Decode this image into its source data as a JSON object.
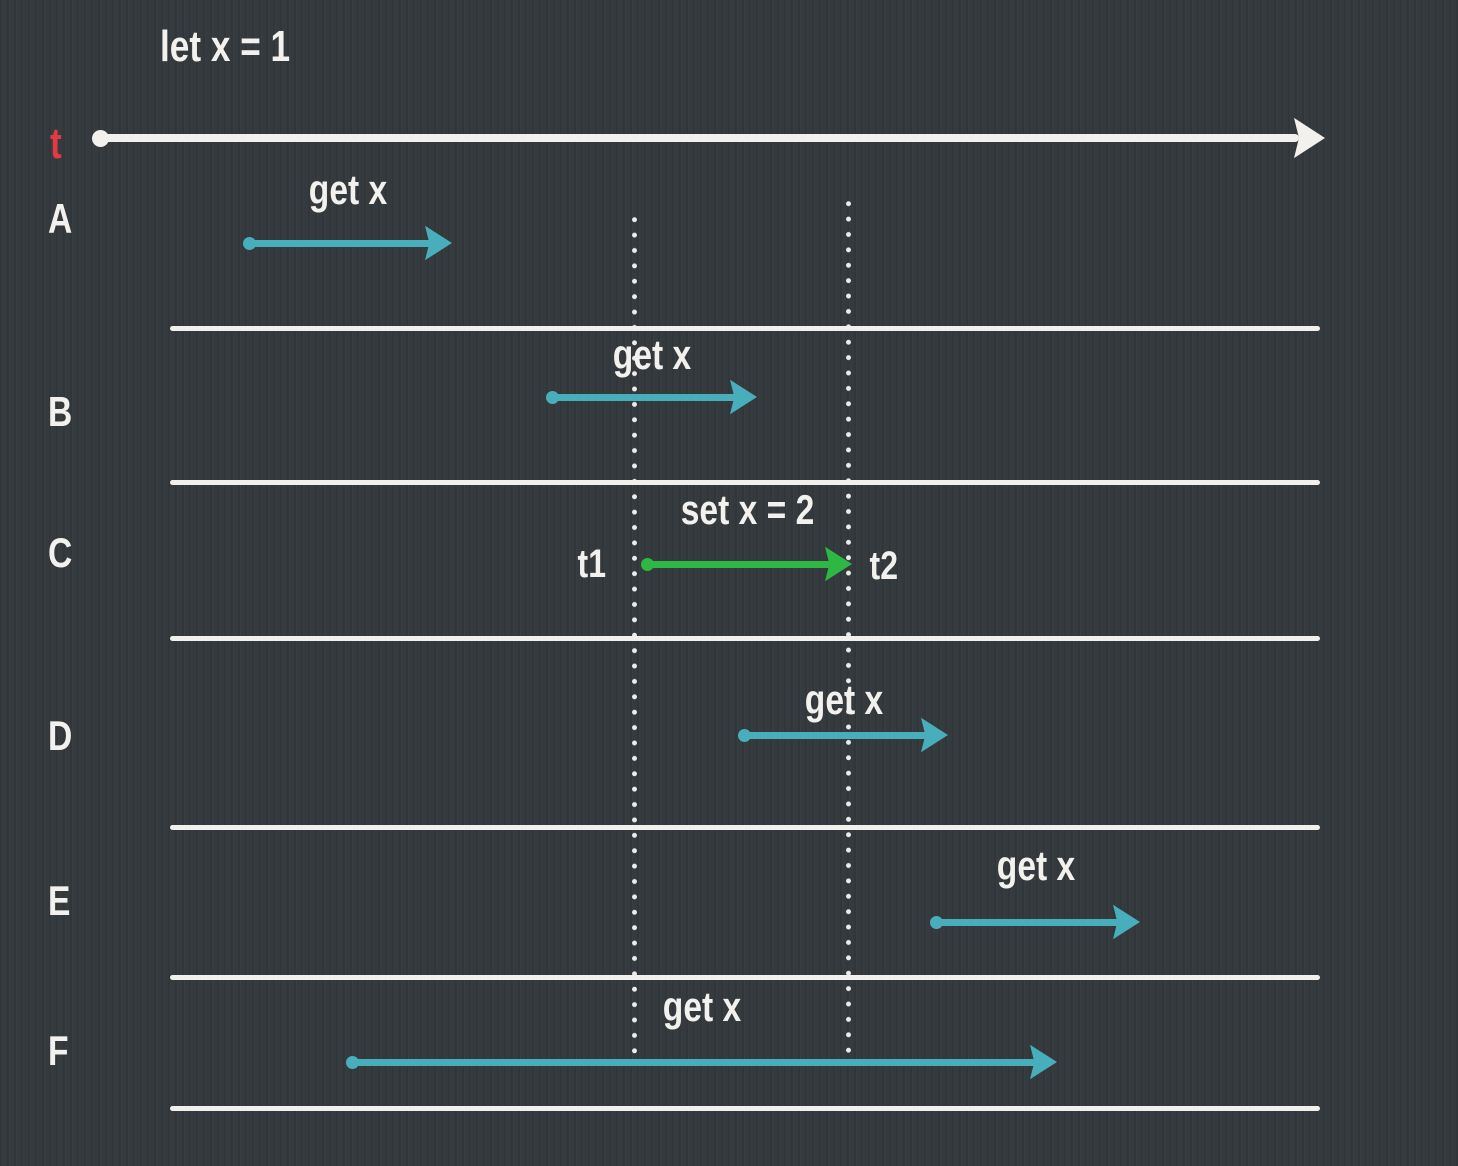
{
  "diagram": {
    "init_label": "let x = 1",
    "timeline": {
      "label": "t"
    },
    "markers": {
      "t1": "t1",
      "t2": "t2"
    },
    "rows": [
      {
        "label": "A",
        "op": "get x"
      },
      {
        "label": "B",
        "op": "get x"
      },
      {
        "label": "C",
        "op": "set x = 2"
      },
      {
        "label": "D",
        "op": "get x"
      },
      {
        "label": "E",
        "op": "get x"
      },
      {
        "label": "F",
        "op": "get x"
      }
    ],
    "colors": {
      "background": "#343a3d",
      "white": "#f2f1ed",
      "teal": "#49aebc",
      "green": "#2db843",
      "red": "#e23a42"
    }
  }
}
